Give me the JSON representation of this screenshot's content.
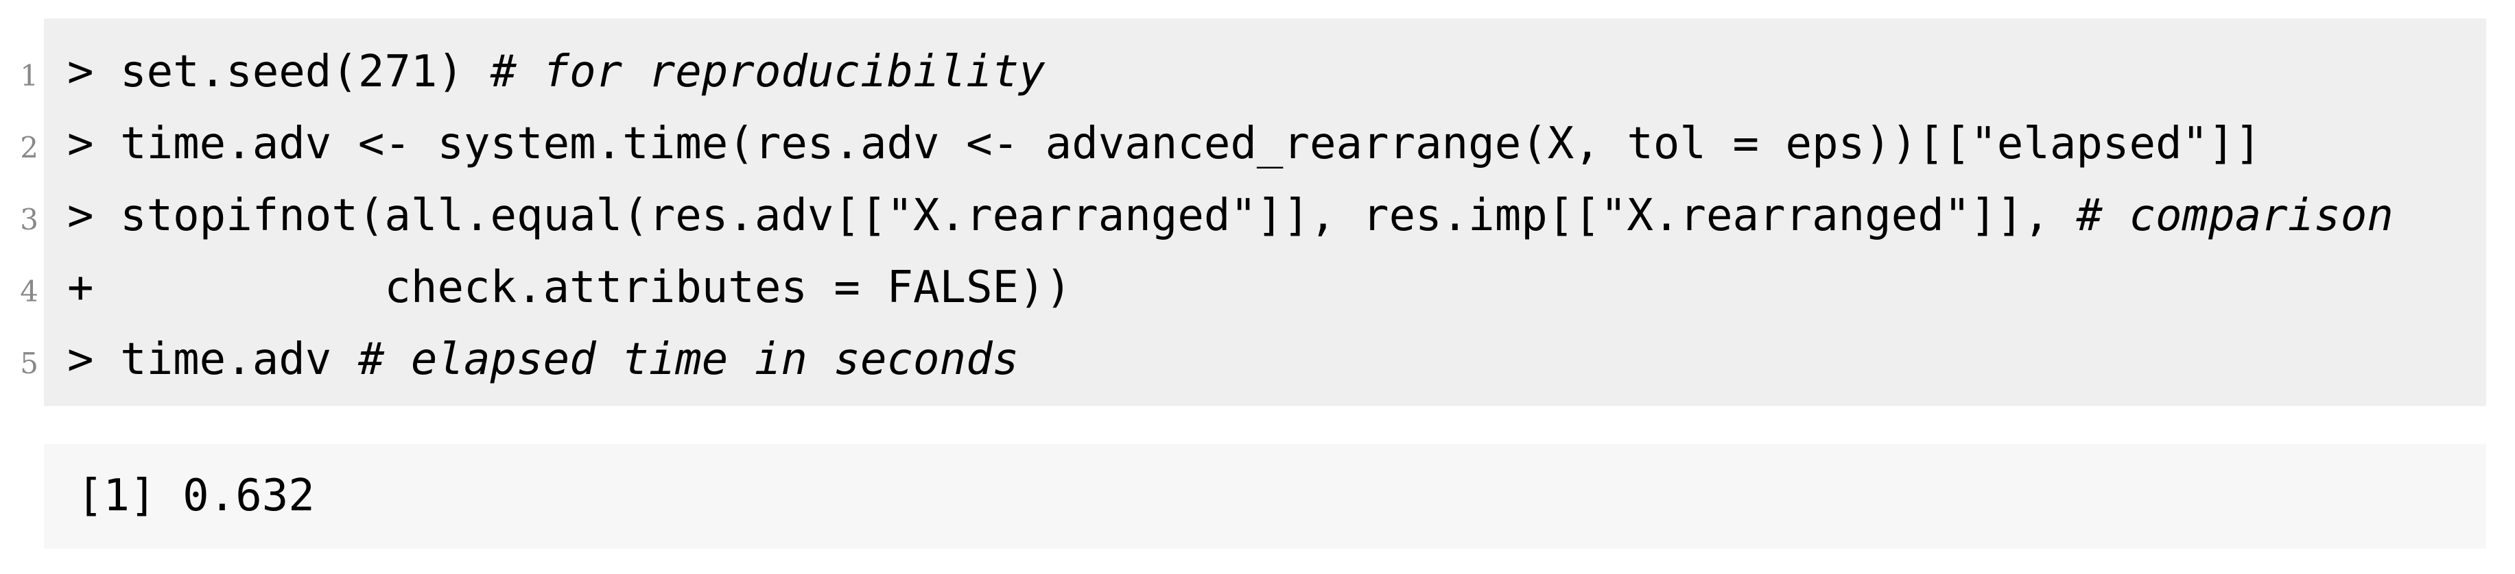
{
  "colors": {
    "page_background": "#ffffff",
    "code_chunk_background": "#efefef",
    "output_chunk_background": "#f7f7f7",
    "code_text": "#000000",
    "line_number_text": "#888888"
  },
  "code_block": {
    "language": "R",
    "lines": [
      {
        "number": "1",
        "segments": [
          {
            "style": "code",
            "text": "> set.seed(271) "
          },
          {
            "style": "comment",
            "text": "# for reproducibility"
          }
        ]
      },
      {
        "number": "2",
        "segments": [
          {
            "style": "code",
            "text": "> time.adv <- system.time(res.adv <- advanced_rearrange(X, tol = eps))[[\"elapsed\"]]"
          }
        ]
      },
      {
        "number": "3",
        "segments": [
          {
            "style": "code",
            "text": "> stopifnot(all.equal(res.adv[[\"X.rearranged\"]], res.imp[[\"X.rearranged\"]], "
          },
          {
            "style": "comment",
            "text": "# comparison"
          }
        ]
      },
      {
        "number": "4",
        "segments": [
          {
            "style": "code",
            "text": "+           check.attributes = FALSE))"
          }
        ]
      },
      {
        "number": "5",
        "segments": [
          {
            "style": "code",
            "text": "> time.adv "
          },
          {
            "style": "comment",
            "text": "# elapsed time in seconds"
          }
        ]
      }
    ]
  },
  "output_block": {
    "text": "[1] 0.632"
  }
}
